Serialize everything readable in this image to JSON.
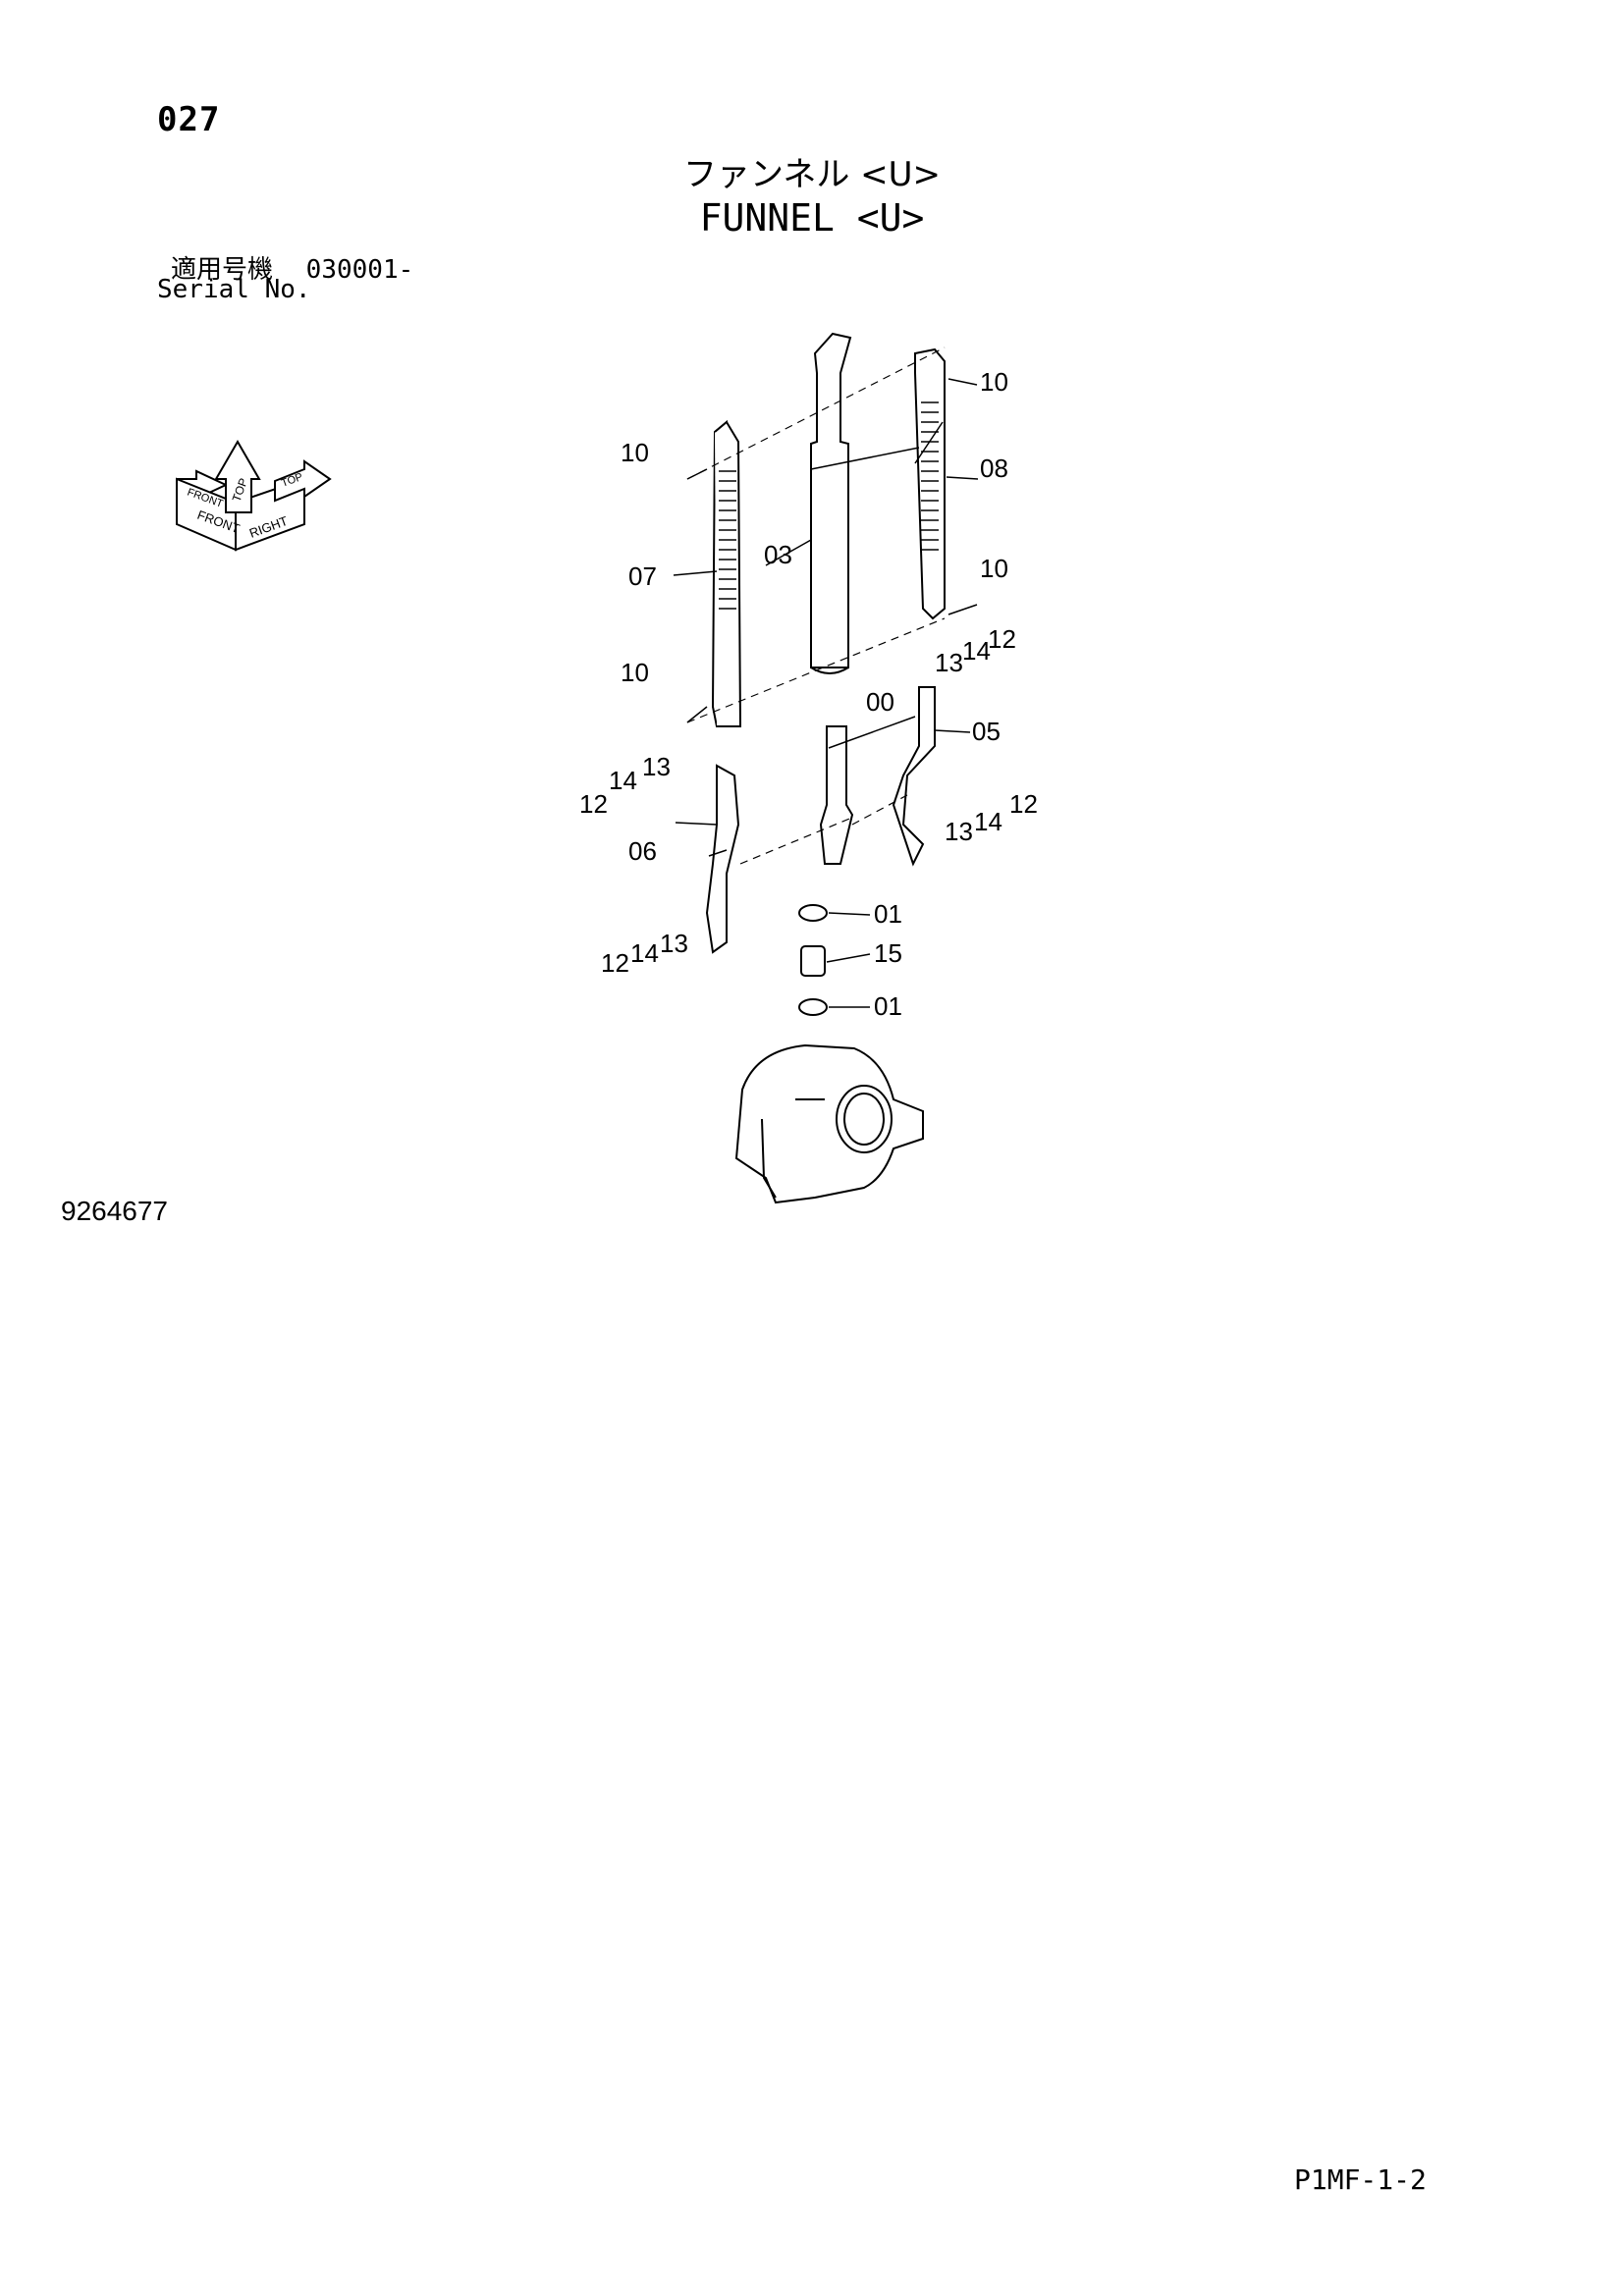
{
  "header": {
    "page_number": "027",
    "title_jp": "ファンネル <U>",
    "title_en": "FUNNEL <U>",
    "serial_label_jp": "適用号機",
    "serial_value": "030001-",
    "serial_label_en": "Serial No."
  },
  "orientation": {
    "labels": [
      "TOP",
      "FRONT",
      "RIGHT",
      "FRONT",
      "TOP"
    ]
  },
  "callouts": [
    "10",
    "10",
    "10",
    "10",
    "08",
    "07",
    "03",
    "13",
    "14",
    "12",
    "00",
    "05",
    "14",
    "13",
    "12",
    "13",
    "14",
    "12",
    "06",
    "12",
    "14",
    "13",
    "01",
    "15",
    "01"
  ],
  "footer": {
    "drawing_number": "9264677",
    "page_code": "P1MF-1-2"
  }
}
